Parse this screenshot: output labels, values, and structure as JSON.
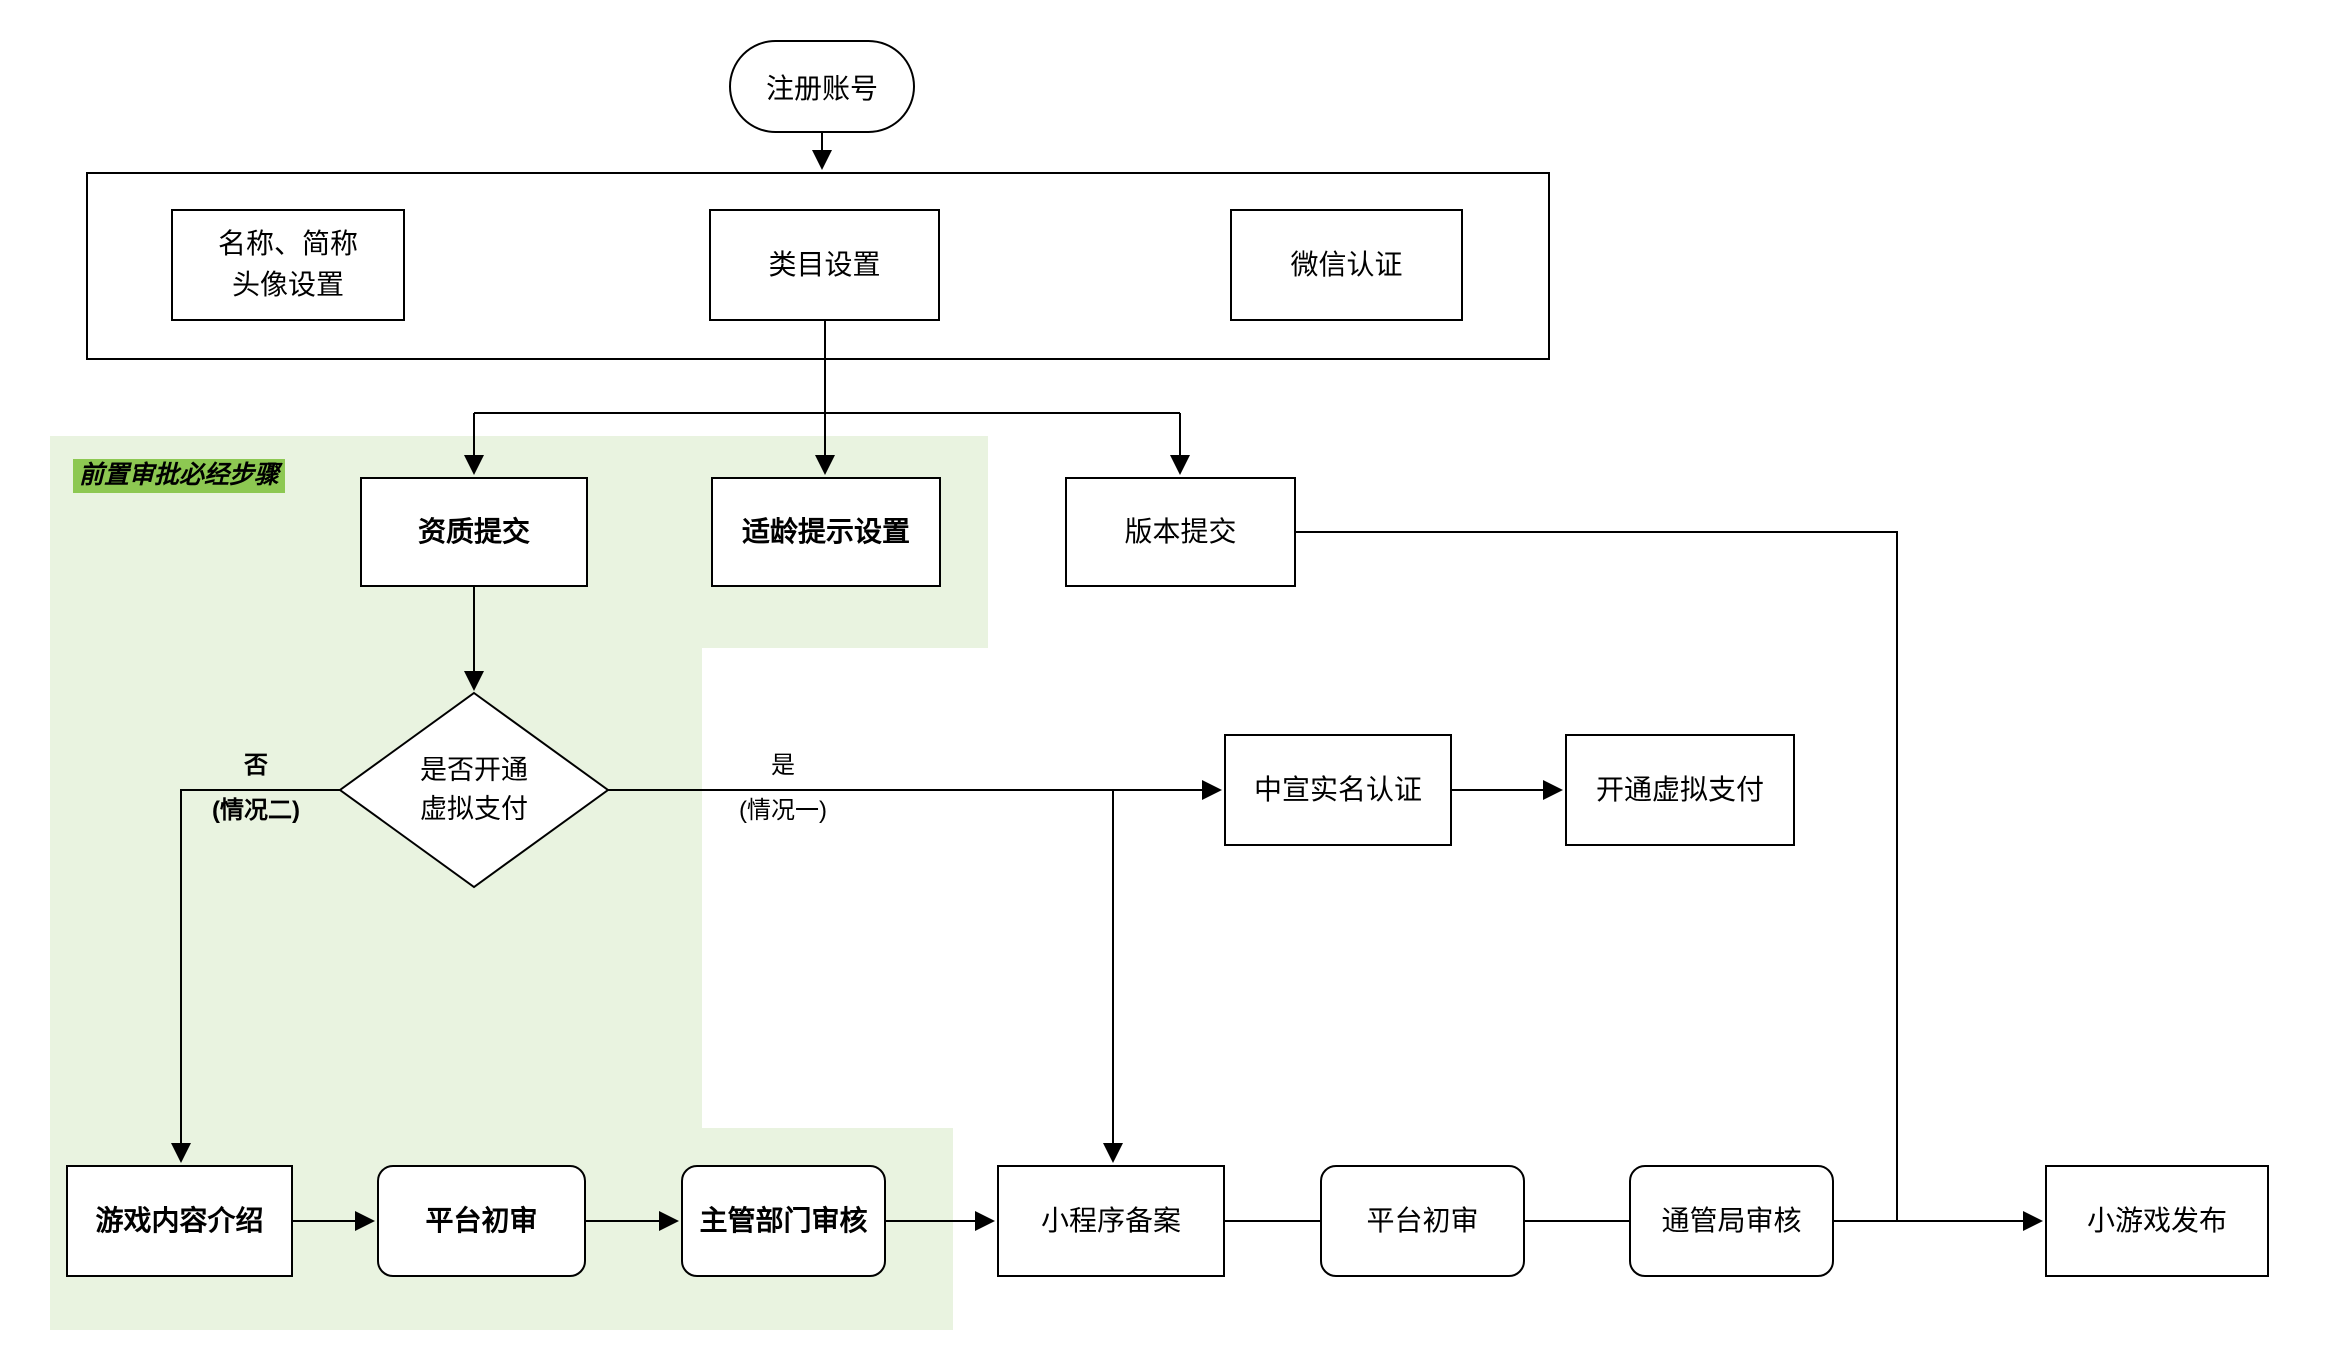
{
  "colors": {
    "background": "#ffffff",
    "stroke": "#000000",
    "region_fill": "#e9f3e0",
    "note_highlight": "#8dc852",
    "node_fill": "#ffffff",
    "text": "#000000"
  },
  "nodes": {
    "start": "注册账号",
    "name_avatar_line1": "名称、简称",
    "name_avatar_line2": "头像设置",
    "category_setting": "类目设置",
    "wechat_cert": "微信认证",
    "qualification_submit": "资质提交",
    "age_tip_setting": "适龄提示设置",
    "version_submit": "版本提交",
    "decision_line1": "是否开通",
    "decision_line2": "虚拟支付",
    "real_name_cert": "中宣实名认证",
    "open_virtual_payment": "开通虚拟支付",
    "game_content_intro": "游戏内容介绍",
    "platform_review_1": "平台初审",
    "dept_review": "主管部门审核",
    "mini_program_filing": "小程序备案",
    "platform_review_2": "平台初审",
    "mii_review": "通管局审核",
    "game_publish": "小游戏发布"
  },
  "labels": {
    "pre_approval_note": "前置审批必经步骤",
    "no_label": "否",
    "no_case": "(情况二)",
    "yes_label": "是",
    "yes_case": "(情况一)"
  }
}
